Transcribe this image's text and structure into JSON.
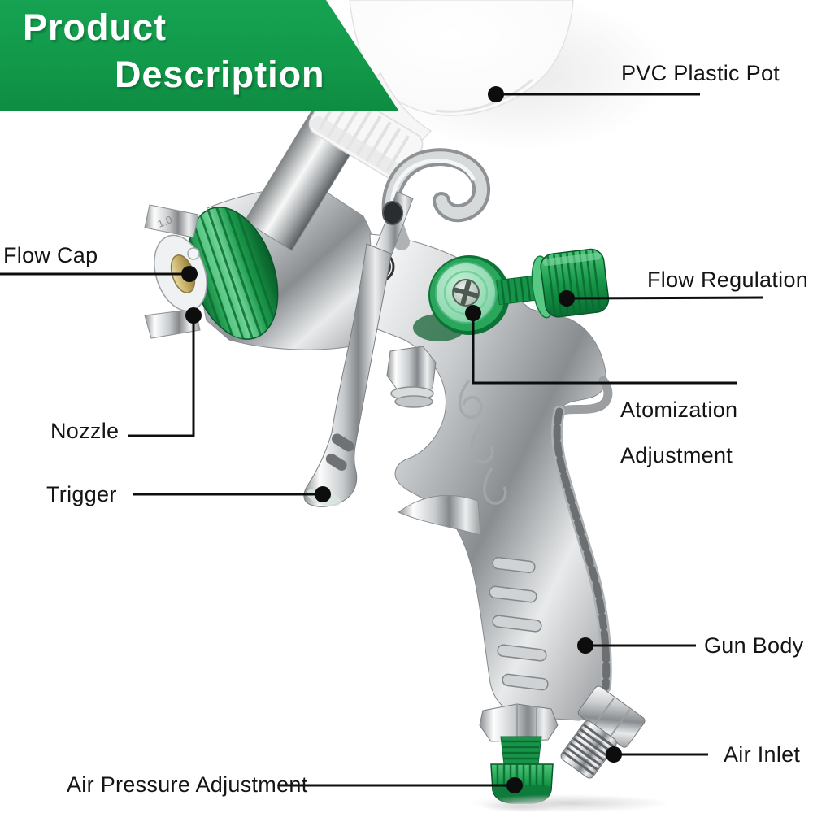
{
  "banner": {
    "line1": "Product",
    "line2": "Description"
  },
  "labels": {
    "pvc_pot": "PVC Plastic Pot",
    "flow_cap": "Flow Cap",
    "flow_regulation": "Flow Regulation",
    "nozzle": "Nozzle",
    "atomization_line1": "Atomization",
    "atomization_line2": "Adjustment",
    "trigger": "Trigger",
    "gun_body": "Gun Body",
    "air_inlet": "Air Inlet",
    "air_pressure": "Air Pressure Adjustment"
  },
  "illustration": {
    "nozzle_marking": "1.0",
    "subject": "HVLP gravity-feed spray paint gun"
  },
  "colors": {
    "banner_green": "#12994a",
    "knob_green": "#1b9c4c",
    "knob_green_dark": "#0a6c31",
    "knob_face_green": "#9ddfb8",
    "label_text": "#141414",
    "leader_line": "#0d0d0d",
    "brass": "#c3ab63",
    "pot_white": "#fafafa",
    "chrome_mid": "#b9bcbe"
  }
}
